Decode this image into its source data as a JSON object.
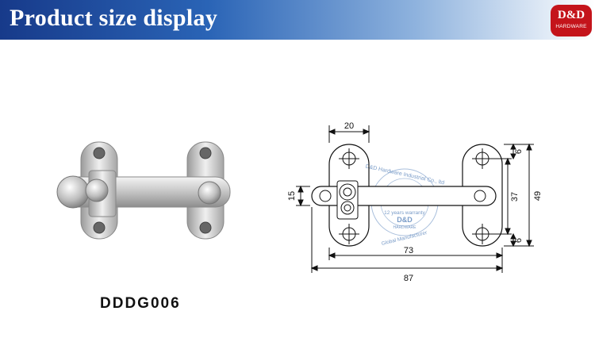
{
  "header": {
    "title": "Product size display"
  },
  "logo": {
    "main": "D&D",
    "sub": "HARDWARE"
  },
  "product": {
    "model": "DDDG006"
  },
  "drawing": {
    "dimensions": {
      "top_width": "20",
      "left_height": "15",
      "inner_width": "73",
      "overall_width": "87",
      "top_gap": "6",
      "hole_spacing": "37",
      "overall_height": "49",
      "bottom_gap": "6"
    },
    "watermark": {
      "company": "D&D Hardware Industrial Co., ltd",
      "brand": "D&D",
      "brand_sub": "HARDWARE",
      "warranty": "12 years warranty",
      "tagline": "Global Manufacturer"
    }
  },
  "colors": {
    "banner_dark": "#173a8a",
    "banner_light": "#8fb3de",
    "logo_red": "#c4141b",
    "watermark_blue": "#7a9cc8"
  }
}
